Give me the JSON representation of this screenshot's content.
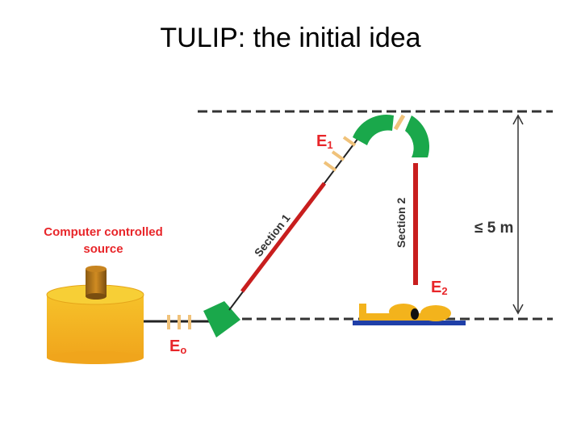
{
  "slide": {
    "title": "TULIP: the initial idea"
  },
  "diagram": {
    "source_label_line1": "Computer controlled",
    "source_label_line2": "source",
    "e0_letter": "E",
    "e0_sub": "o",
    "e1_letter": "E",
    "e1_sub": "1",
    "e2_letter": "E",
    "e2_sub": "2",
    "section1_label": "Section 1",
    "section2_label": "Section 2",
    "height_label": "≤ 5 m"
  },
  "colors": {
    "accent_red": "#e8262a",
    "beam_red": "#c81e1e",
    "magnet_green": "#1aa84b",
    "source_orange": "#f3b31c",
    "lens_tan": "#f0c27a",
    "stage_blue": "#1f3fa8"
  }
}
